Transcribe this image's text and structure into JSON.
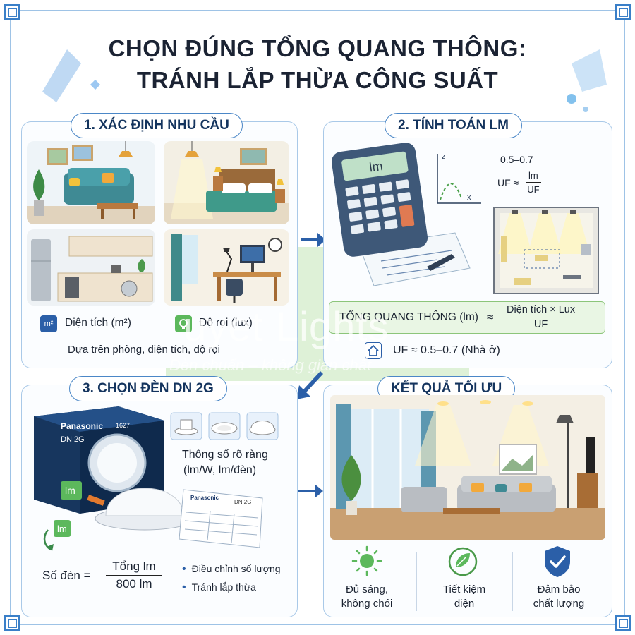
{
  "title": {
    "line1": "CHỌN ĐÚNG TỔNG QUANG THÔNG:",
    "line2": "TRÁNH LẮP THỪA CÔNG SUẤT"
  },
  "step1": {
    "title": "1. XÁC ĐỊNH NHU CẦU",
    "area_label": "Diện tích (m²)",
    "area_icon_text": "m²",
    "lux_label": "Độ rọi (lux)",
    "note": "Dựa trên phòng, diện tích, độ rọi"
  },
  "step2": {
    "title": "2. TÍNH TOÁN LM",
    "calc_display": "lm",
    "uf_range_top": "0.5–0.7",
    "uf_lhs": "UF ≈",
    "uf_num": "lm",
    "uf_den": "UF",
    "graph_axis_z": "z",
    "graph_axis_x": "x",
    "formula_lhs": "TỔNG QUANG THÔNG (lm)",
    "formula_approx": "≈",
    "formula_num": "Diện tích × Lux",
    "formula_den": "UF",
    "uf_note": "UF ≈ 0.5–0.7 (Nhà ở)"
  },
  "step3": {
    "title": "3. CHỌN ĐÈN DN 2G",
    "box_brand": "Panasonic",
    "box_model": "DN 2G",
    "box_code": "1627",
    "box_badge": "lm",
    "sheet_brand": "Panasonic",
    "sheet_model": "DN 2G",
    "spec_line1": "Thông số rõ ràng",
    "spec_line2": "(lm/W, lm/đèn)",
    "lm_badge": "lm",
    "count_lhs": "Số đèn =",
    "count_num": "Tổng lm",
    "count_den": "800 lm",
    "bullets": [
      "Điều chỉnh số lượng",
      "Tránh lắp thừa"
    ]
  },
  "step4": {
    "title": "KẾT QUẢ TỐI ƯU",
    "results": [
      {
        "line1": "Đủ sáng,",
        "line2": "không chói",
        "icon": "sun-icon"
      },
      {
        "line1": "Tiết kiệm",
        "line2": "điện",
        "icon": "leaf-plug-icon"
      },
      {
        "line1": "Đảm bảo",
        "line2": "chất lượng",
        "icon": "shield-check-icon"
      }
    ]
  },
  "watermark": {
    "brand": "uyet Lights",
    "slogan": "Đèn chuẩn – không gian chất"
  },
  "colors": {
    "accent": "#2b5fa8",
    "frame": "#3a7fc8",
    "green": "#5cb85c",
    "title": "#1b2333"
  }
}
